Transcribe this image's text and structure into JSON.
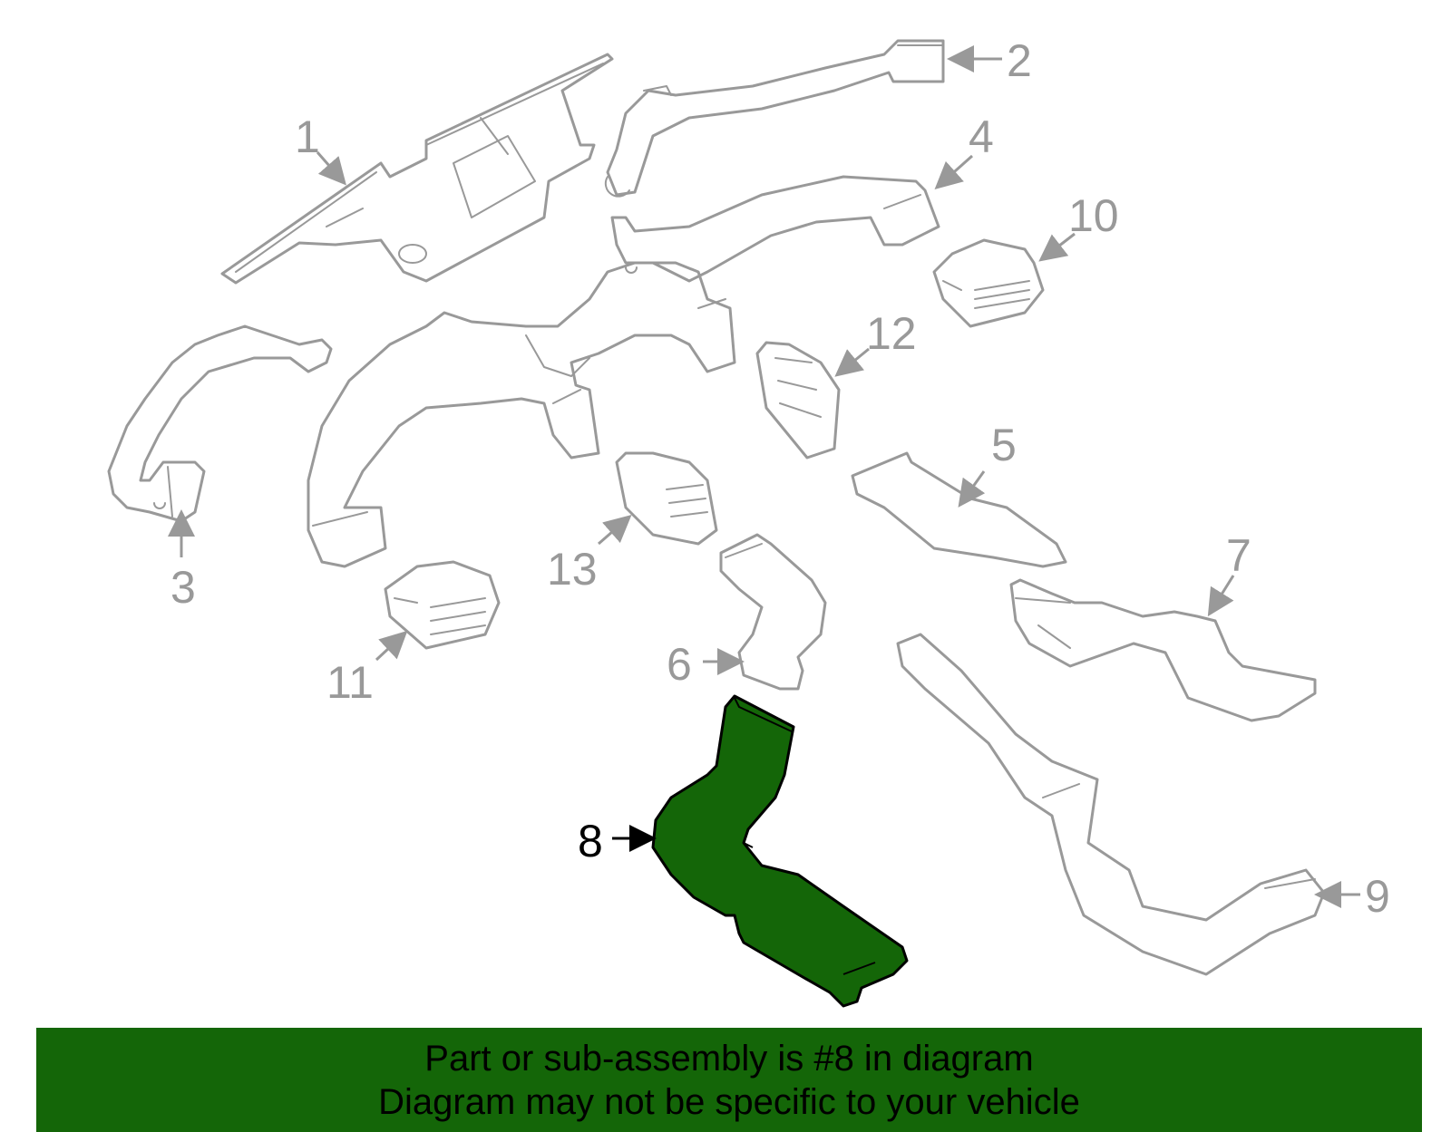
{
  "colors": {
    "highlight": "#146608",
    "outline": "#999999",
    "banner": "#146608",
    "text_highlight": "#000000"
  },
  "callouts": [
    {
      "label": "1",
      "highlighted": false
    },
    {
      "label": "2",
      "highlighted": false
    },
    {
      "label": "3",
      "highlighted": false
    },
    {
      "label": "4",
      "highlighted": false
    },
    {
      "label": "5",
      "highlighted": false
    },
    {
      "label": "6",
      "highlighted": false
    },
    {
      "label": "7",
      "highlighted": false
    },
    {
      "label": "8",
      "highlighted": true
    },
    {
      "label": "9",
      "highlighted": false
    },
    {
      "label": "10",
      "highlighted": false
    },
    {
      "label": "11",
      "highlighted": false
    },
    {
      "label": "12",
      "highlighted": false
    },
    {
      "label": "13",
      "highlighted": false
    }
  ],
  "banner": {
    "line1": "Part or sub-assembly is #8 in diagram",
    "line2": "Diagram may not be specific to your vehicle"
  }
}
